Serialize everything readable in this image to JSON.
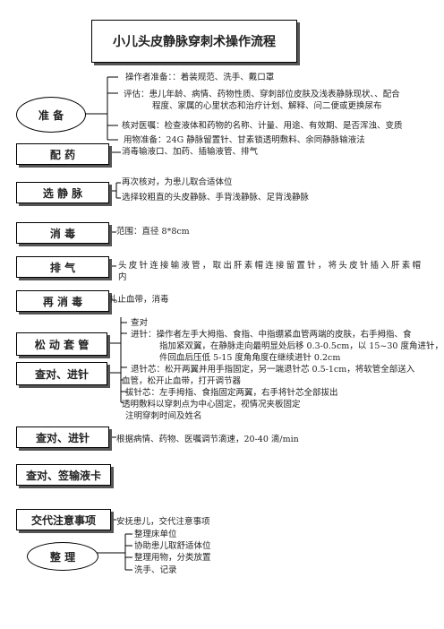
{
  "title": "小儿头皮静脉穿刺术操作流程",
  "steps": {
    "prepare": "准 备",
    "dispense": "配 药",
    "select_vein": "选 静 脉",
    "disinfect": "消 毒",
    "exhaust": "排 气",
    "disinfect_again": "再 消 毒",
    "loosen_tourniquet": "松 动 套 管",
    "check_insert": "查对、进针",
    "check_insert2": "查对、进针",
    "check_sign": "查对、签输液卡",
    "handover": "交代注意事项",
    "tidy": "整 理"
  },
  "prepare_notes": [
    "操作者准备：：着装规范、洗手、戴口罩",
    "评估：患儿年龄、病情、药物性质、穿刺部位皮肤及浅表静脉现状、、配合",
    "程度、家属的心里状态和治疗计划、解释、问二便或更换尿布",
    "核对医嘱：检查液体和药物的名称、计量、用途、有效期、是否浑浊、变质",
    "用物准备：24G 静脉留置针、甘素锁透明敷料、余同静脉输液法"
  ],
  "dispense_note": "消毒输液口、加药、插输液管、排气",
  "select_vein_notes": [
    "再次核对，为患儿取合适体位",
    "选择较粗直的头皮静脉、手背浅静脉、足背浅静脉"
  ],
  "disinfect_note": "范围：直径 8*8cm",
  "exhaust_note": "头皮针连接输液管，取出肝素帽连接留置针，将头皮针插入肝素帽内",
  "disinfect_again_note": "扎止血带，消毒",
  "insert_notes": {
    "check": "查对",
    "insert_a": "进针：操作者左手大拇指、食指、中指绷紧血管两端的皮肤，右手拇指、食",
    "insert_b": "指加紧双翼，在静脉走向最明显处后移 0.3-0.5cm，以 15~30 度角进针，",
    "insert_c": "件回血后压低 5-15 度角角度在继续进针 0.2cm",
    "withdraw_a": "退针芯：松开两翼并用手指固定，另一端退针芯 0.5-1cm，将软管全部送入",
    "withdraw_b": "血管，松开止血带，打开调节器",
    "pull": "拔针芯：左手拇指、食指固定两翼，右手将针芯全部拔出",
    "fix": "透明敷料以穿刺点为中心固定，视情况夹板固定",
    "note": "注明穿刺时间及姓名"
  },
  "rate_note": "根据病情、药物、医嘱调节滴速，20-40 滴/min",
  "handover_note": "安抚患儿，交代注意事项",
  "tidy_notes": [
    "整理床单位",
    "协助患儿取舒适体位",
    "整理用物，分类放置",
    "洗手、记录"
  ]
}
